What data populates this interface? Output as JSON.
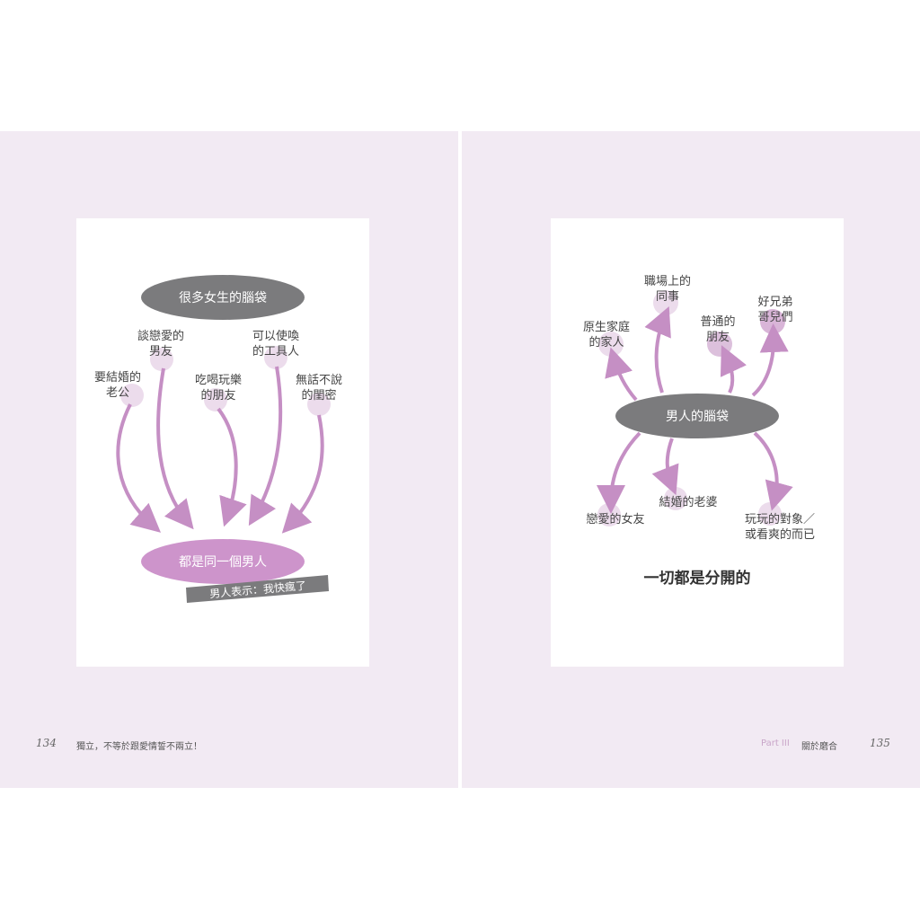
{
  "left_page": {
    "page_number": "134",
    "running_title": "獨立，不等於跟愛情誓不兩立！",
    "source": "很多女生的腦袋",
    "target": "都是同一個男人",
    "caption": "男人表示：我快瘋了",
    "items": [
      "要結婚的\n老公",
      "談戀愛的\n男友",
      "吃喝玩樂\n的朋友",
      "可以使喚\n的工具人",
      "無話不說\n的閨密"
    ]
  },
  "right_page": {
    "page_number": "135",
    "part_label": "Part III",
    "section_title": "關於磨合",
    "center": "男人的腦袋",
    "items": [
      "原生家庭\n的家人",
      "職場上的\n同事",
      "普通的\n朋友",
      "好兄弟\n哥兒們",
      "戀愛的女友",
      "結婚的老婆",
      "玩玩的對象／\n或看爽的而已"
    ],
    "conclusion": "一切都是分開的"
  },
  "colors": {
    "background": "#f2eaf3",
    "arrow": "#c58fc4",
    "bubble": "#ecdcec",
    "gray": "#7b7b7d",
    "pink": "#cd94cb"
  }
}
